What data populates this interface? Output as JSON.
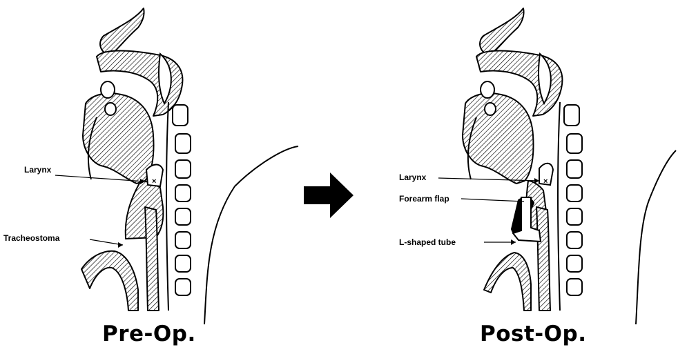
{
  "pre_op": {
    "caption": "Pre-Op.",
    "labels": {
      "larynx": "Larynx",
      "tracheostoma": "Tracheostoma"
    }
  },
  "post_op": {
    "caption": "Post-Op.",
    "labels": {
      "larynx": "Larynx",
      "forearm_flap": "Forearm flap",
      "l_shaped_tube": "L-shaped tube"
    }
  },
  "colors": {
    "ink": "#000000",
    "background": "#ffffff"
  }
}
